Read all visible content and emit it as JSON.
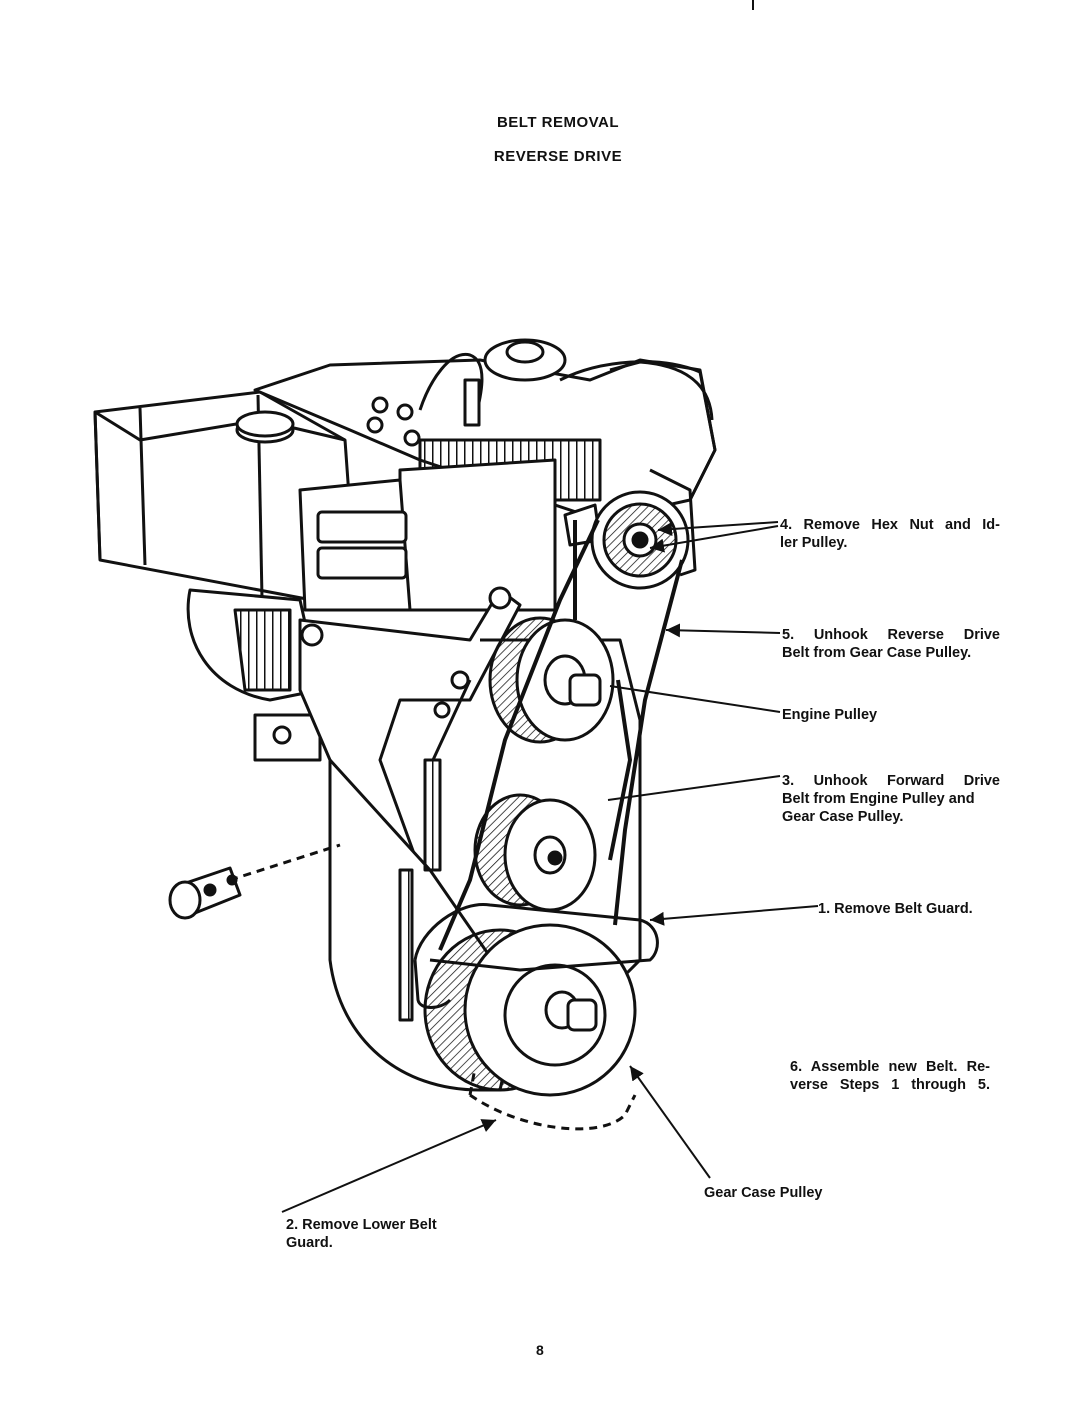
{
  "header": {
    "title": "BELT REMOVAL",
    "subtitle": "REVERSE DRIVE"
  },
  "callouts": {
    "step4": "4. Remove Hex Nut and Idler Pulley.",
    "step4_line1": "4. Remove Hex Nut and Id-",
    "step4_line2": "ler Pulley.",
    "step5_line1": "5. Unhook Reverse Drive",
    "step5_line2": "Belt from Gear Case Pulley.",
    "engine_pulley": "Engine Pulley",
    "step3_line1": "3. Unhook Forward Drive",
    "step3_line2": "Belt from Engine Pulley and",
    "step3_line3": "Gear Case Pulley.",
    "step1": "1. Remove Belt Guard.",
    "step6_line1": "6. Assemble new Belt. Re-",
    "step6_line2": "verse Steps 1 through 5.",
    "gear_case_pulley": "Gear Case Pulley",
    "step2_line1": "2. Remove Lower Belt",
    "step2_line2": "Guard."
  },
  "footer": {
    "page_number": "8"
  },
  "colors": {
    "ink": "#111111",
    "paper": "#ffffff"
  }
}
